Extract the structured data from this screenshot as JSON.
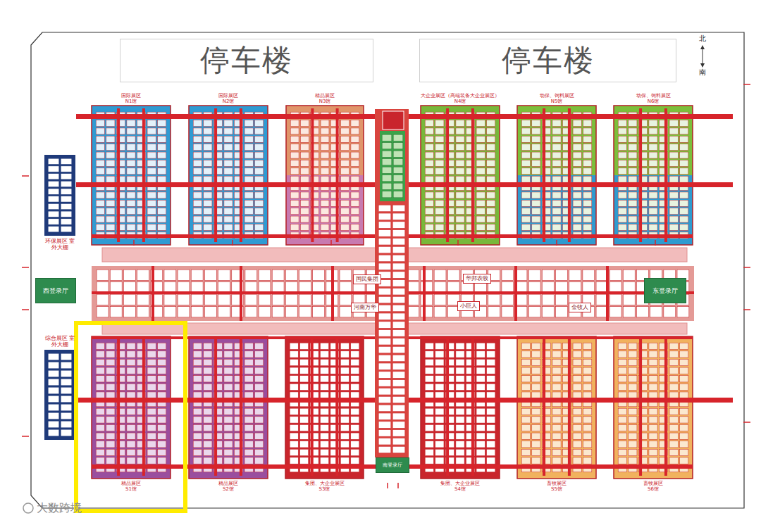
{
  "diagram": {
    "nodes": [
      {
        "text": [
          "停车楼"
        ]
      },
      {
        "text": [
          "停车楼"
        ]
      },
      {
        "text": [
          "国际展区",
          "N1馆"
        ]
      },
      {
        "text": [
          "国际展区",
          "N2馆"
        ]
      },
      {
        "text": [
          "精品展区",
          "N3馆"
        ]
      },
      {
        "text": [
          "大企业展区（高端装备大企业展区）",
          "N4馆"
        ]
      },
      {
        "text": [
          "动保、饲料展区",
          "N5馆"
        ]
      },
      {
        "text": [
          "动保、饲料展区",
          "N6馆"
        ]
      },
      {
        "text": [
          "环保展区 室外大棚"
        ]
      },
      {
        "text": [
          "西登录厅"
        ]
      },
      {
        "text": [
          "国民集团"
        ]
      },
      {
        "text": [
          "河南万华"
        ]
      },
      {
        "text": [
          "华邦农牧"
        ]
      },
      {
        "text": [
          "小巨人"
        ]
      },
      {
        "text": [
          "金牧人"
        ]
      },
      {
        "text": [
          "东登录厅"
        ]
      },
      {
        "text": [
          "综合展区 室外大棚"
        ]
      },
      {
        "text": [
          "精品展区",
          "S1馆"
        ]
      },
      {
        "text": [
          "精品展区",
          "S2馆"
        ]
      },
      {
        "text": [
          "集团、大企业展区",
          "S3馆"
        ]
      },
      {
        "text": [
          "集团、大企业展区",
          "S4馆"
        ]
      },
      {
        "text": [
          "畜牧展区",
          "S5馆"
        ]
      },
      {
        "text": [
          "畜牧展区",
          "S6馆"
        ]
      },
      {
        "text": [
          "南登录厅"
        ]
      }
    ],
    "labels": [
      "北",
      "南",
      "大数跨境"
    ]
  }
}
